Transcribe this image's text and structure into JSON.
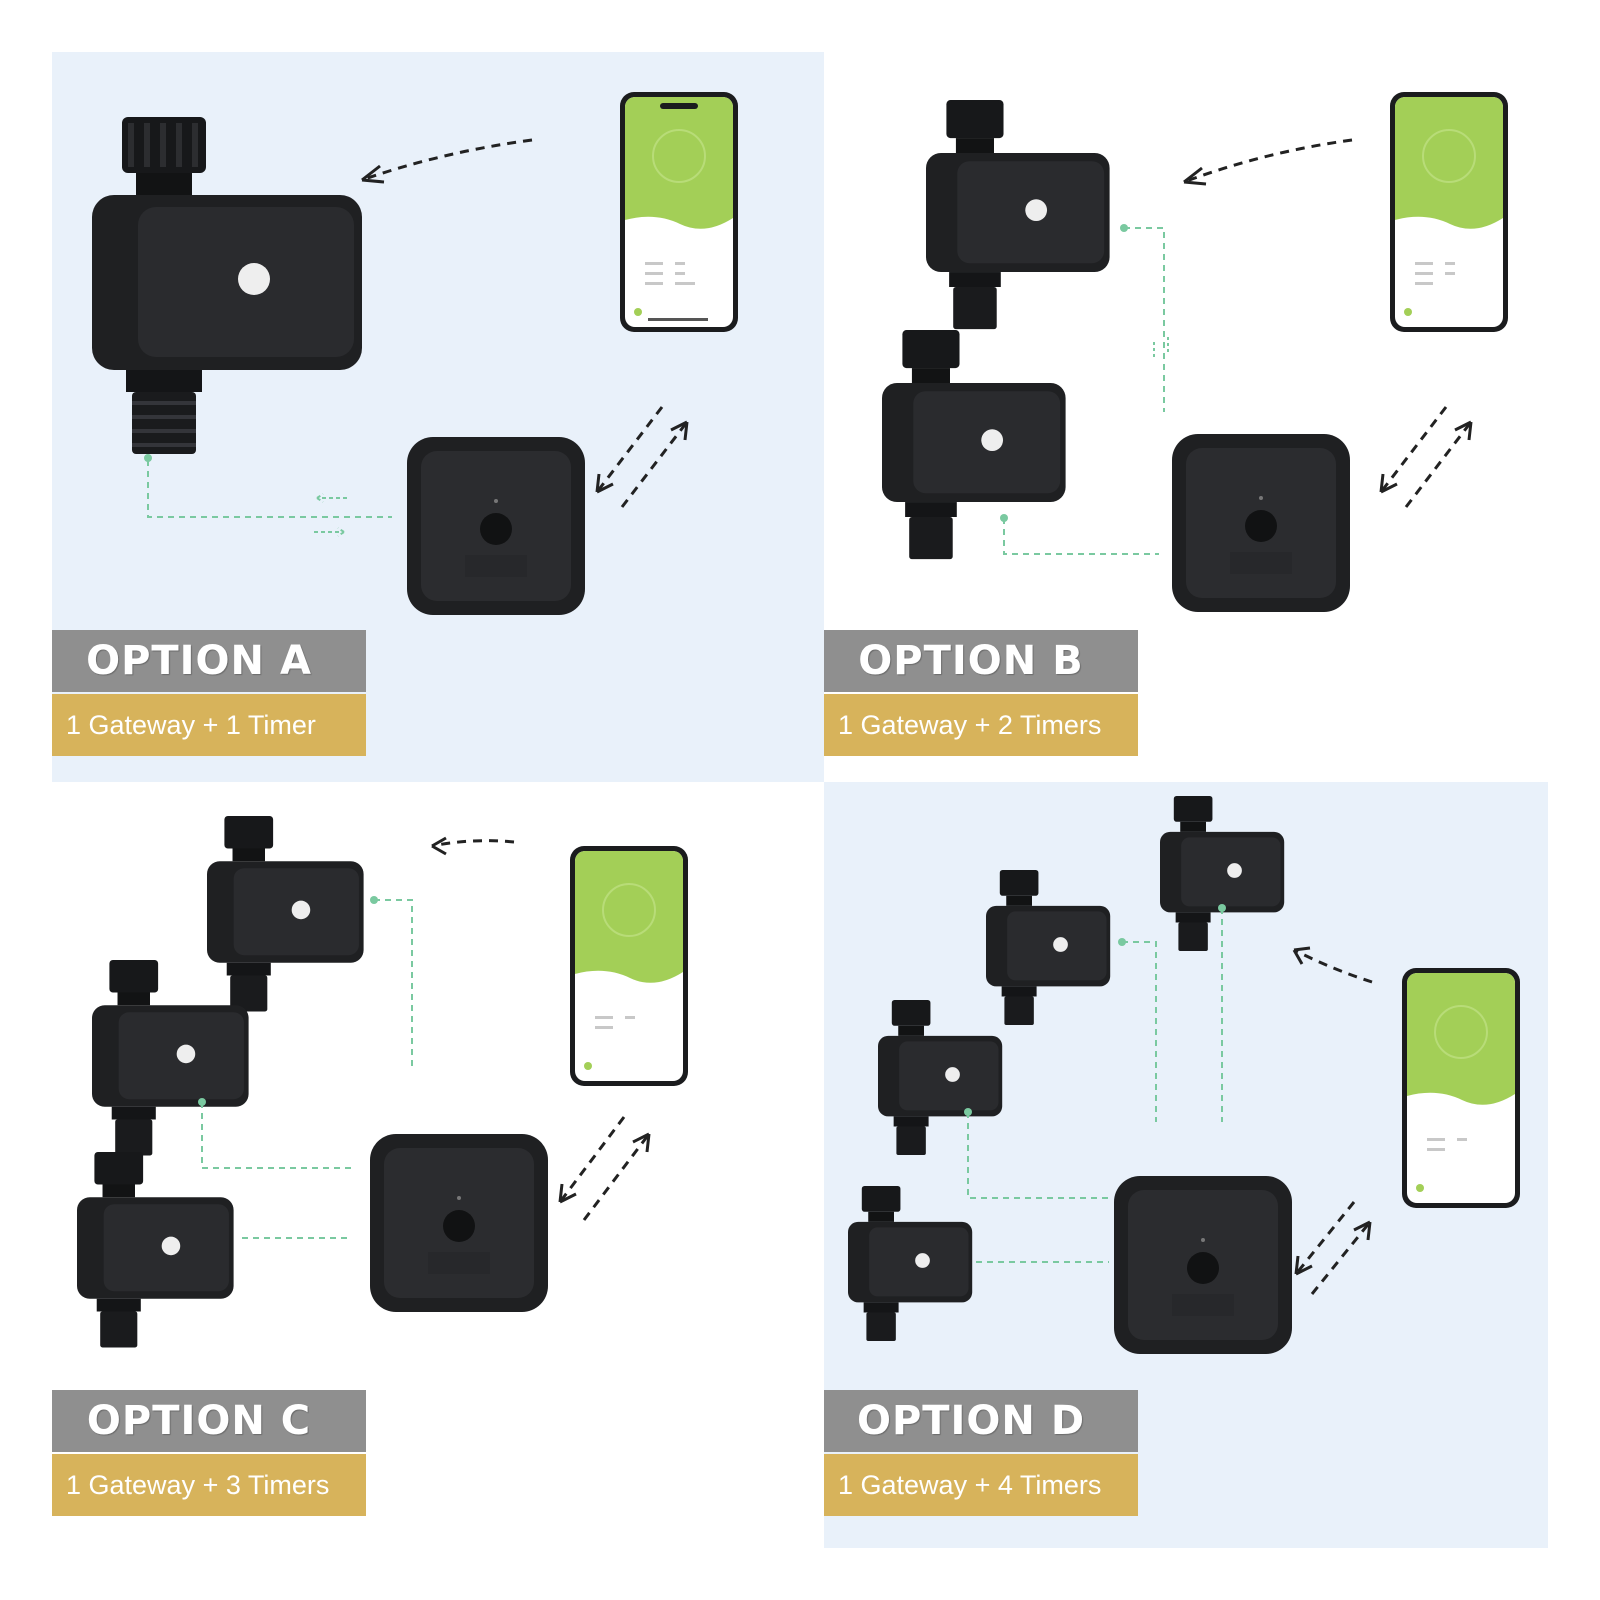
{
  "colors": {
    "panel_tint": "#e9f1fa",
    "title_gray": "#8f8f8f",
    "subtitle_gold": "#d7b35b",
    "device_black": "#1f2022",
    "link_green": "#7ac9a0",
    "app_green": "#a3cf57"
  },
  "options": [
    {
      "title": "OPTION A",
      "subtitle": "1 Gateway + 1 Timer",
      "timers": 1
    },
    {
      "title": "OPTION B",
      "subtitle": "1 Gateway + 2 Timers",
      "timers": 2
    },
    {
      "title": "OPTION C",
      "subtitle": "1 Gateway + 3 Timers",
      "timers": 3
    },
    {
      "title": "OPTION D",
      "subtitle": "1 Gateway + 4 Timers",
      "timers": 4
    }
  ],
  "icons": [
    "water-timer-icon",
    "gateway-hub-icon",
    "smartphone-app-icon",
    "dashed-arrow-icon"
  ]
}
